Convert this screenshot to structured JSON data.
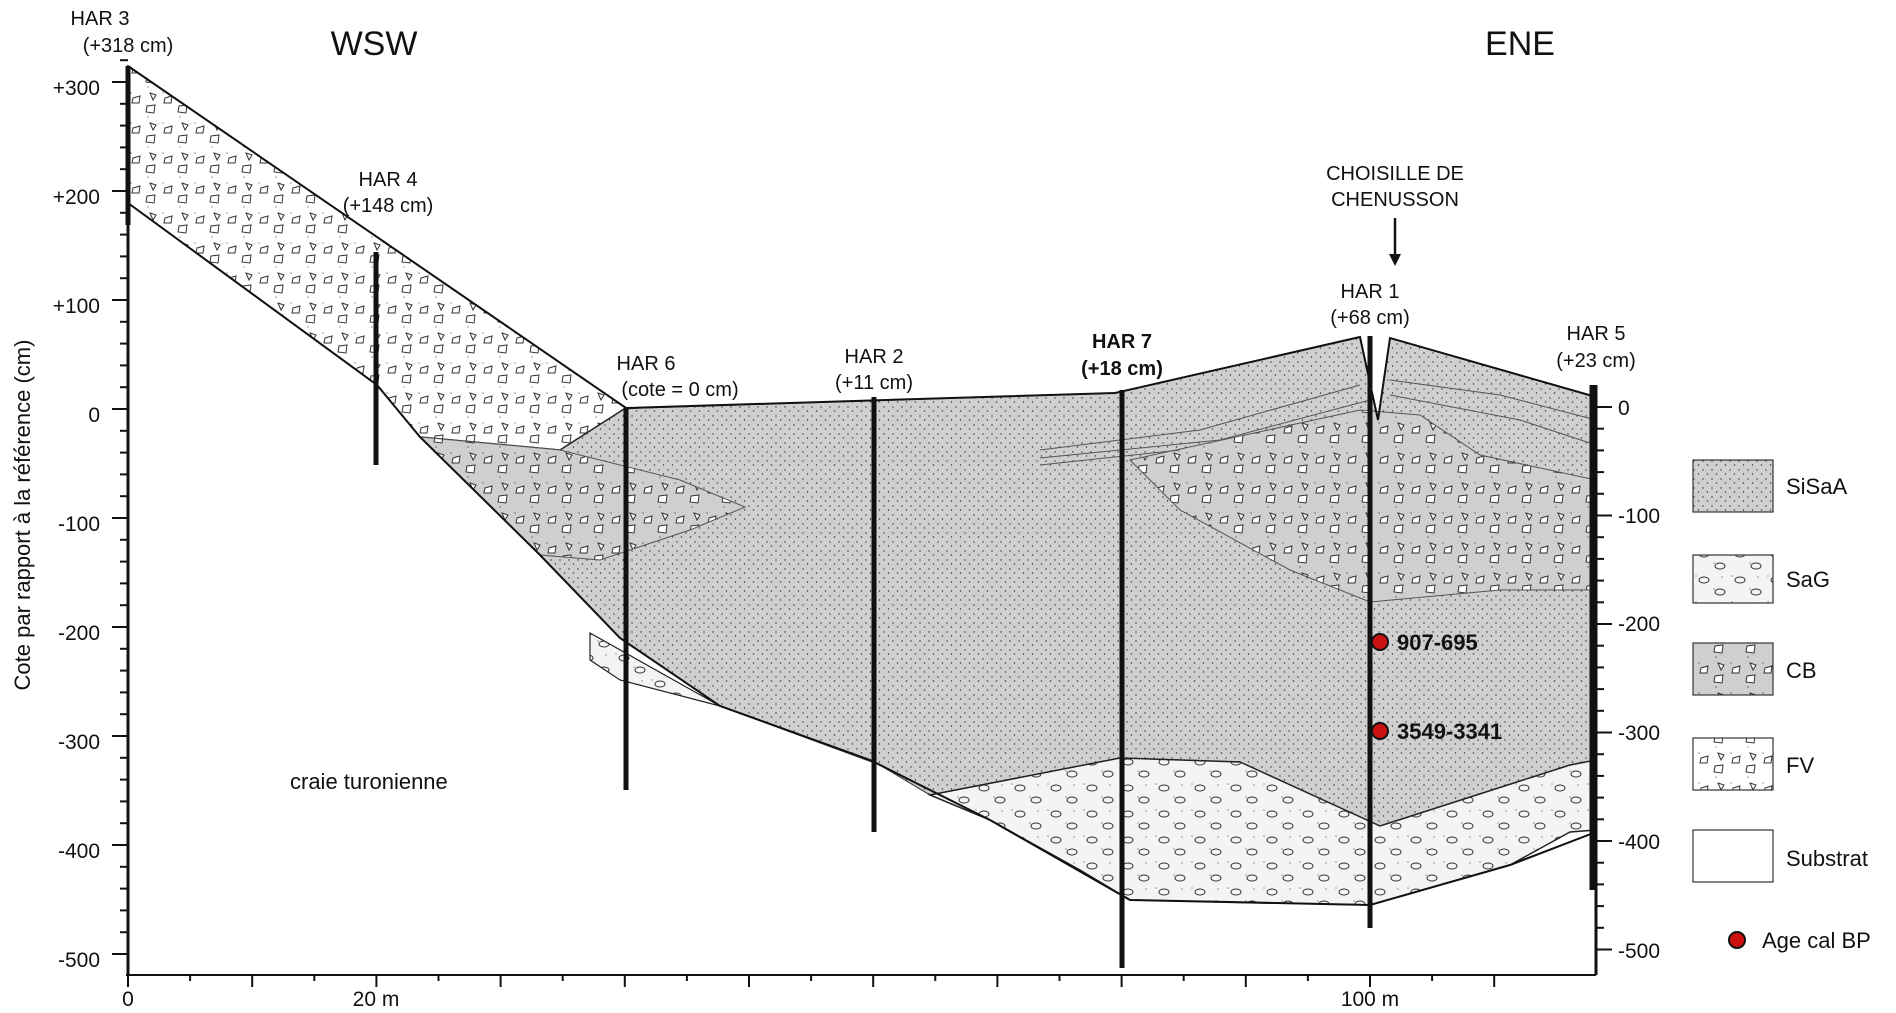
{
  "directions": {
    "left": "WSW",
    "right": "ENE"
  },
  "y_axis": {
    "label": "Cote par rapport à la référence (cm)",
    "left_ticks": [
      "+300",
      "+200",
      "+100",
      "0",
      "-100",
      "-200",
      "-300",
      "-400",
      "-500"
    ],
    "right_ticks": [
      "0",
      "-100",
      "-200",
      "-300",
      "-400",
      "-500"
    ]
  },
  "x_axis": {
    "ticks": [
      "0",
      "20 m",
      "100 m"
    ]
  },
  "boreholes": [
    {
      "name": "HAR 3",
      "elev": "(+318 cm)"
    },
    {
      "name": "HAR 4",
      "elev": "(+148 cm)"
    },
    {
      "name": "HAR 6",
      "elev": "(cote = 0 cm)"
    },
    {
      "name": "HAR 2",
      "elev": "(+11 cm)"
    },
    {
      "name": "HAR 7",
      "elev": "(+18 cm)"
    },
    {
      "name": "HAR 1",
      "elev": "(+68 cm)"
    },
    {
      "name": "HAR 5",
      "elev": "(+23 cm)"
    }
  ],
  "stream": {
    "line1": "CHOISILLE DE",
    "line2": "CHENUSSON"
  },
  "substrate_label": "craie turonienne",
  "dates": [
    "907-695",
    "3549-3341"
  ],
  "legend": [
    "SiSaA",
    "SaG",
    "CB",
    "FV",
    "Substrat",
    "Age cal BP"
  ],
  "colors": {
    "fill_gray": "#cfcfcf",
    "date_dot": "#cc1111"
  }
}
